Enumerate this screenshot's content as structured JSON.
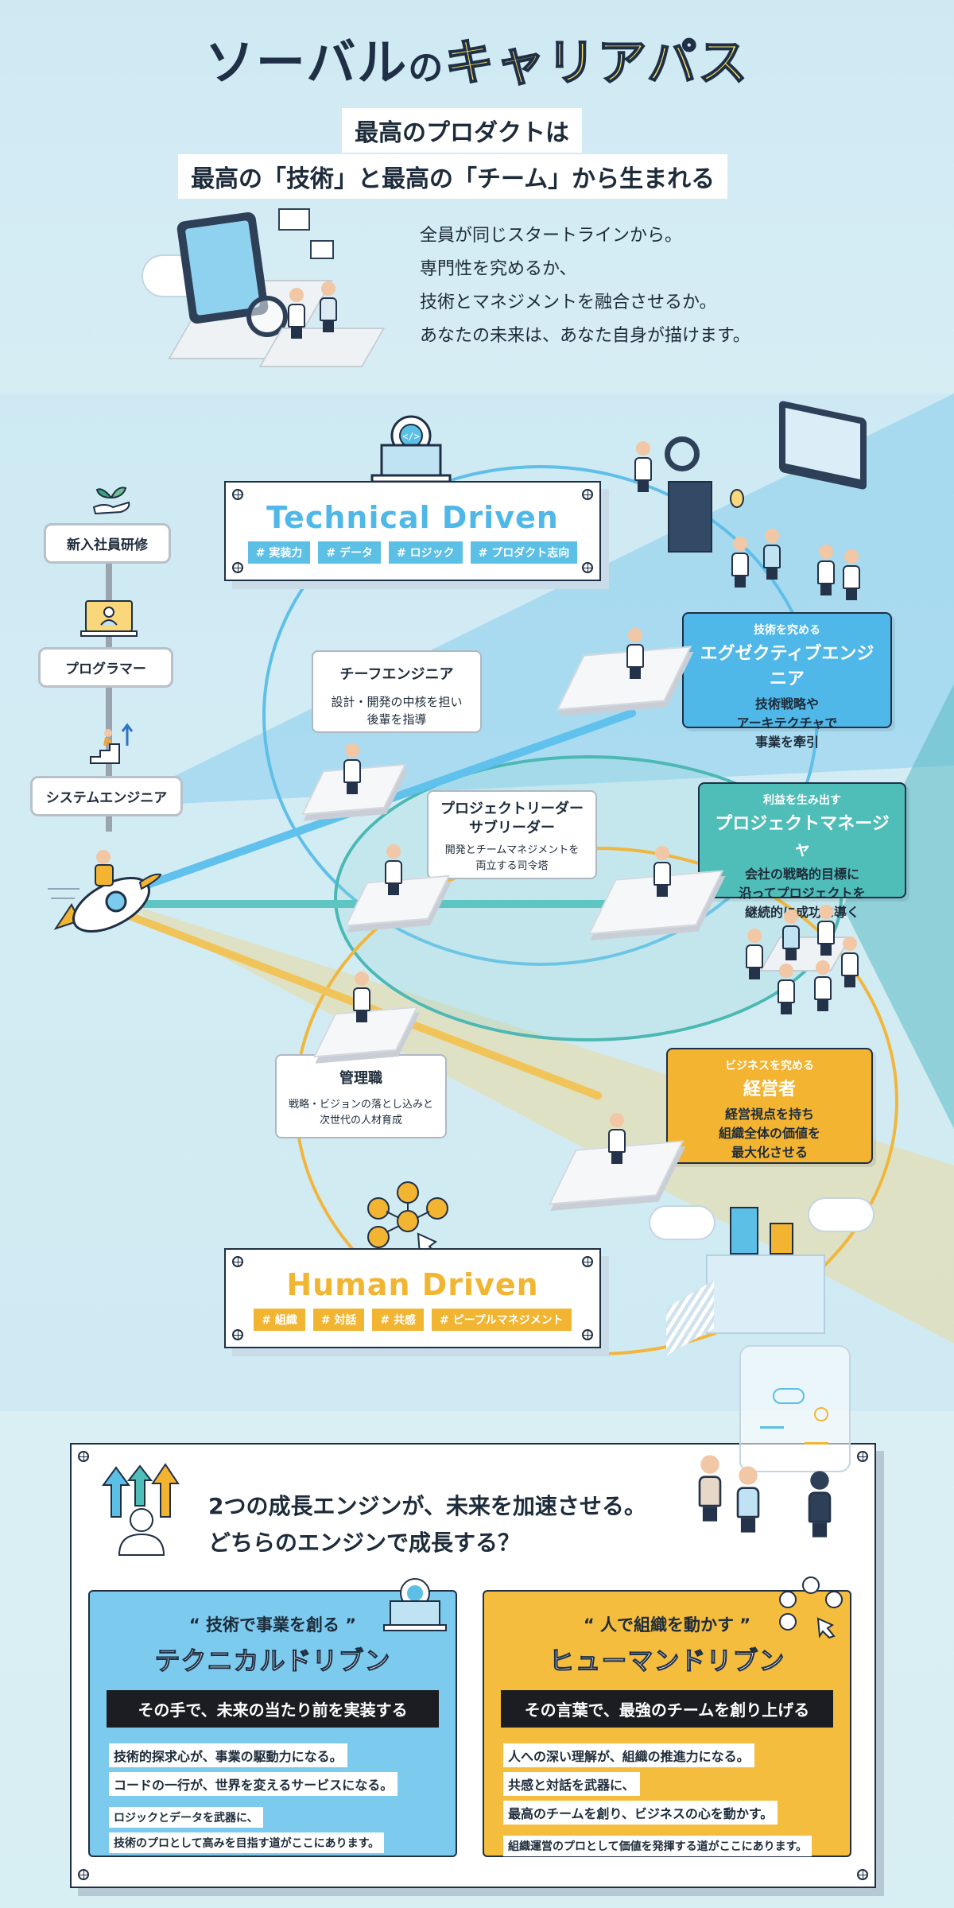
{
  "header": {
    "title_part1": "ソーバル",
    "title_part2": "の",
    "title_part3": "キャリアパス",
    "subtitle_line1": "最高のプロダクトは",
    "subtitle_line2": "最高の「技術」と最高の「チーム」から生まれる"
  },
  "intro": {
    "lines": [
      "全員が同じスタートラインから。",
      "専門性を究めるか、",
      "技術とマネジメントを融合させるか。",
      "あなたの未来は、あなた自身が描けます。"
    ]
  },
  "steps": [
    {
      "label": "新入社員研修",
      "icon": "sprout-hand-icon"
    },
    {
      "label": "プログラマー",
      "icon": "laptop-person-icon"
    },
    {
      "label": "システムエンジニア",
      "icon": "stairs-arrow-icon"
    }
  ],
  "technical": {
    "title": "Technical Driven",
    "tags": [
      "# 実装力",
      "# データ",
      "# ロジック",
      "# プロダクト志向"
    ],
    "color": "#5bbfe6"
  },
  "human": {
    "title": "Human Driven",
    "tags": [
      "# 組織",
      "# 対話",
      "# 共感",
      "# ピープルマネジメント"
    ],
    "color": "#f2b531"
  },
  "mid_roles": {
    "chief": {
      "title": "チーフエンジニア",
      "desc1": "設計・開発の中核を担い",
      "desc2": "後輩を指導"
    },
    "pl": {
      "title1": "プロジェクトリーダー",
      "title2": "サブリーダー",
      "desc1": "開発とチームマネジメントを",
      "desc2": "両立する司令塔"
    },
    "mgr": {
      "title": "管理職",
      "desc1": "戦略・ビジョンの落とし込みと",
      "desc2": "次世代の人材育成"
    }
  },
  "goal_roles": {
    "exec_eng": {
      "small": "技術を究める",
      "title": "エグゼクティブエンジニア",
      "desc": [
        "技術戦略や",
        "アーキテクチャで",
        "事業を牽引"
      ],
      "color": "#4fb8e8"
    },
    "pm": {
      "small": "利益を生み出す",
      "title": "プロジェクトマネージャ",
      "desc": [
        "会社の戦略的目標に",
        "沿ってプロジェクトを",
        "継続的に成功に導く"
      ],
      "color": "#4fbdb8"
    },
    "exec": {
      "small": "ビジネスを究める",
      "title": "経営者",
      "desc": [
        "経営視点を持ち",
        "組織全体の価値を",
        "最大化させる"
      ],
      "color": "#f3b432"
    }
  },
  "bottom": {
    "question_line1": "2つの成長エンジンが、未来を加速させる。",
    "question_line2": "どちらのエンジンで成長する？",
    "tech_engine": {
      "quote": "技術で事業を創る",
      "big": "テクニカルドリブン",
      "tagline": "その手で、未来の当たり前を実装する",
      "lines": [
        "技術的探求心が、事業の駆動力になる。",
        "コードの一行が、世界を変えるサービスになる。"
      ],
      "small_lines": [
        "ロジックとデータを武器に、",
        "技術のプロとして高みを目指す道がここにあります。"
      ]
    },
    "human_engine": {
      "quote": "人で組織を動かす",
      "big": "ヒューマンドリブン",
      "tagline": "その言葉で、最強のチームを創り上げる",
      "lines": [
        "人への深い理解が、組織の推進力になる。",
        "共感と対話を武器に、",
        "最高のチームを創り、ビジネスの心を動かす。"
      ],
      "small_lines": [
        "組織運営のプロとして価値を発揮する道がここにあります。"
      ]
    }
  }
}
